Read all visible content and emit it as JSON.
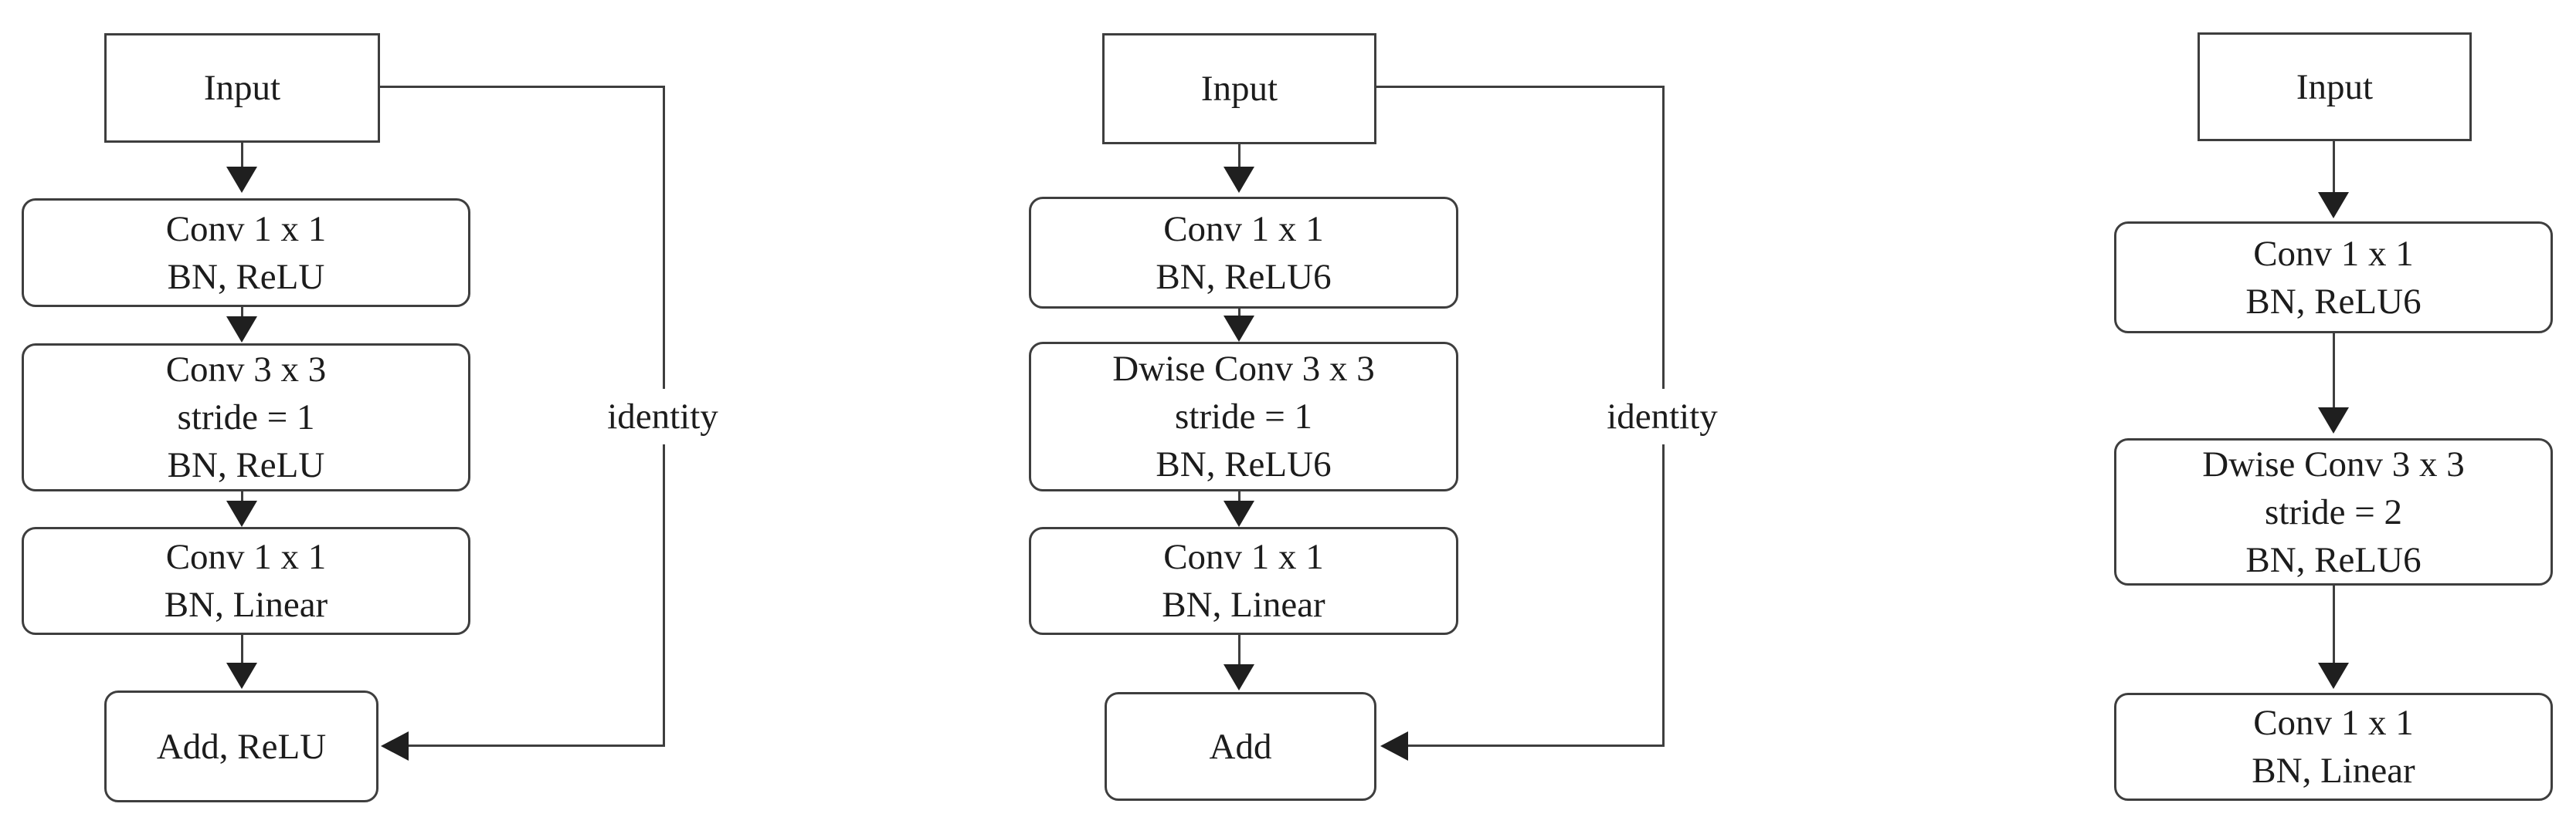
{
  "figure": {
    "background_color": "#ffffff",
    "line_color": "#3e3e3e",
    "text_color": "#1c1c1c"
  },
  "diagrams": [
    {
      "name": "residual-block-stride-1",
      "input_label": "Input",
      "blocks": [
        {
          "lines": [
            "Conv 1 x 1",
            "BN, ReLU"
          ]
        },
        {
          "lines": [
            "Conv 3 x 3",
            "stride = 1",
            "BN, ReLU"
          ]
        },
        {
          "lines": [
            "Conv 1 x 1",
            "BN, Linear"
          ]
        }
      ],
      "output_label": "Add, ReLU",
      "skip_label": "identity"
    },
    {
      "name": "inverted-residual-block-stride-1",
      "input_label": "Input",
      "blocks": [
        {
          "lines": [
            "Conv 1 x 1",
            "BN, ReLU6"
          ]
        },
        {
          "lines": [
            "Dwise Conv 3 x 3",
            "stride = 1",
            "BN, ReLU6"
          ]
        },
        {
          "lines": [
            "Conv 1 x 1",
            "BN, Linear"
          ]
        }
      ],
      "output_label": "Add",
      "skip_label": "identity"
    },
    {
      "name": "inverted-residual-block-stride-2",
      "input_label": "Input",
      "blocks": [
        {
          "lines": [
            "Conv 1 x 1",
            "BN, ReLU6"
          ]
        },
        {
          "lines": [
            "Dwise Conv 3 x 3",
            "stride = 2",
            "BN, ReLU6"
          ]
        },
        {
          "lines": [
            "Conv 1 x 1",
            "BN, Linear"
          ]
        }
      ]
    }
  ]
}
